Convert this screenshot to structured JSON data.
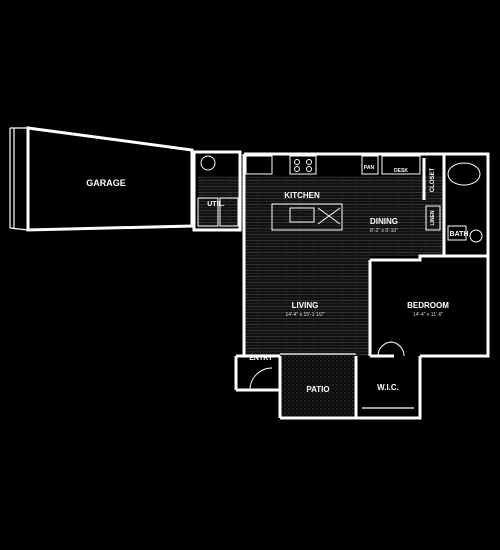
{
  "rooms": {
    "garage": "GARAGE",
    "util": "UTIL.",
    "kitchen": "KITCHEN",
    "pan": "PAN",
    "desk": "DESK",
    "closet": "CLOSET",
    "dining": "DINING",
    "dining_dims": "8'-2\" x 9'-10\"",
    "linen": "LINEN",
    "bath": "BATH",
    "living": "LIVING",
    "living_dims": "14'-4\" x 15'-1 1/2\"",
    "bedroom": "BEDROOM",
    "bedroom_dims": "14'-4\" x 11'-6\"",
    "entry": "ENTRY",
    "patio": "PATIO",
    "wic": "W.I.C."
  },
  "colors": {
    "background": "#000000",
    "wall": "#ffffff",
    "floor_hatch": "#3a3a3a"
  }
}
